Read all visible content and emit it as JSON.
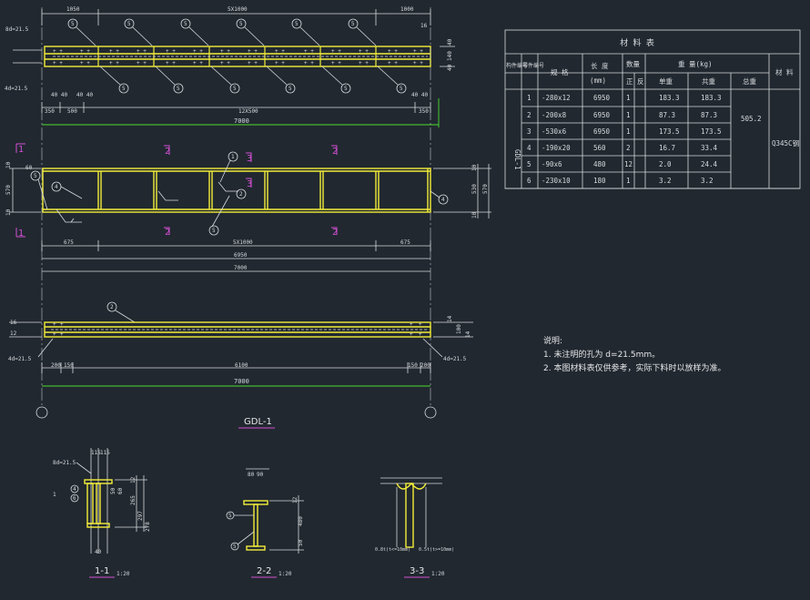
{
  "drawing": {
    "title": "GDL-1",
    "top_view": {
      "dims_top": [
        "1050",
        "5X1000",
        "1000"
      ],
      "dims_bottom": [
        "350",
        "500",
        "12X500",
        "350"
      ],
      "total": "7000",
      "bolt_note": "8d=21.5",
      "bolt_note_left_bottom": "4d=21.5",
      "hole_pitch": "40 40",
      "right_dims": [
        "40",
        "140",
        "40"
      ],
      "callout": "5",
      "callout_top": "5",
      "mark_16": "16"
    },
    "elevation": {
      "dims_bottom": [
        "675",
        "5X1000",
        "675"
      ],
      "total1": "6950",
      "total2": "7000",
      "left_dims": [
        "10",
        "570",
        "10"
      ],
      "right_dims": [
        "10",
        "530",
        "10",
        "570"
      ],
      "section_marks": [
        "1",
        "1",
        "2",
        "2",
        "2",
        "2",
        "3",
        "3"
      ],
      "callouts": [
        "1",
        "2",
        "3",
        "4",
        "4",
        "5"
      ],
      "left_mark_right": "60"
    },
    "bottom_view": {
      "dims_bottom": [
        "200",
        "150",
        "6100",
        "150",
        "200"
      ],
      "total": "7000",
      "bolt_left": "4d=21.5",
      "bolt_right": "4d=21.5",
      "callout": "2",
      "left_dims": [
        "16",
        "12"
      ],
      "right_dims": [
        "14",
        "100",
        "14"
      ]
    },
    "sections": [
      {
        "label": "1-1",
        "scale": "1:20",
        "bolt": "8d=21.5",
        "dims": [
          "115",
          "115",
          "12",
          "265",
          "297",
          "278",
          "50",
          "60",
          "40"
        ],
        "callouts": [
          "1",
          "2",
          "3",
          "4",
          "6"
        ]
      },
      {
        "label": "2-2",
        "scale": "1:20",
        "dims": [
          "80",
          "90",
          "12",
          "480",
          "50",
          "50"
        ],
        "callouts": [
          "5",
          "4"
        ]
      },
      {
        "label": "3-3",
        "scale": "1:20",
        "weld_left": "0.8t(t<=10mm)",
        "weld_right": "0.5t(t>=10mm)"
      }
    ]
  },
  "table": {
    "title": "材 料 表",
    "headers": {
      "member_no": "构件编号",
      "part_no": "零件编号",
      "spec": "规 格",
      "length": "长 度",
      "length_unit": "(mm)",
      "qty": "数量",
      "qty_sub": [
        "正",
        "反"
      ],
      "weight": "重 量(kg)",
      "weight_sub": [
        "单重",
        "共重",
        "总重"
      ],
      "material": "材 料"
    },
    "member": "GDL-1",
    "rows": [
      {
        "no": "1",
        "spec": "-280x12",
        "length": "6950",
        "qty": "1",
        "unit": "183.3",
        "total": "183.3"
      },
      {
        "no": "2",
        "spec": "-200x8",
        "length": "6950",
        "qty": "1",
        "unit": "87.3",
        "total": "87.3"
      },
      {
        "no": "3",
        "spec": "-530x6",
        "length": "6950",
        "qty": "1",
        "unit": "173.5",
        "total": "173.5"
      },
      {
        "no": "4",
        "spec": "-190x20",
        "length": "560",
        "qty": "2",
        "unit": "16.7",
        "total": "33.4"
      },
      {
        "no": "5",
        "spec": "-90x6",
        "length": "480",
        "qty": "12",
        "unit": "2.0",
        "total": "24.4"
      },
      {
        "no": "6",
        "spec": "-230x10",
        "length": "180",
        "qty": "1",
        "unit": "3.2",
        "total": "3.2"
      }
    ],
    "grand_total": "505.2",
    "material": "Q345C钢"
  },
  "notes": {
    "title": "说明:",
    "items": [
      "1. 未注明的孔为 d=21.5mm。",
      "2. 本图材料表仅供参考，实际下料时以放样为准。"
    ]
  },
  "colors": {
    "background": "#212830",
    "line": "#d7dadd",
    "member": "#f3ee3a",
    "section_mark": "#d24fd2",
    "total_dim": "#4cdc2c"
  }
}
